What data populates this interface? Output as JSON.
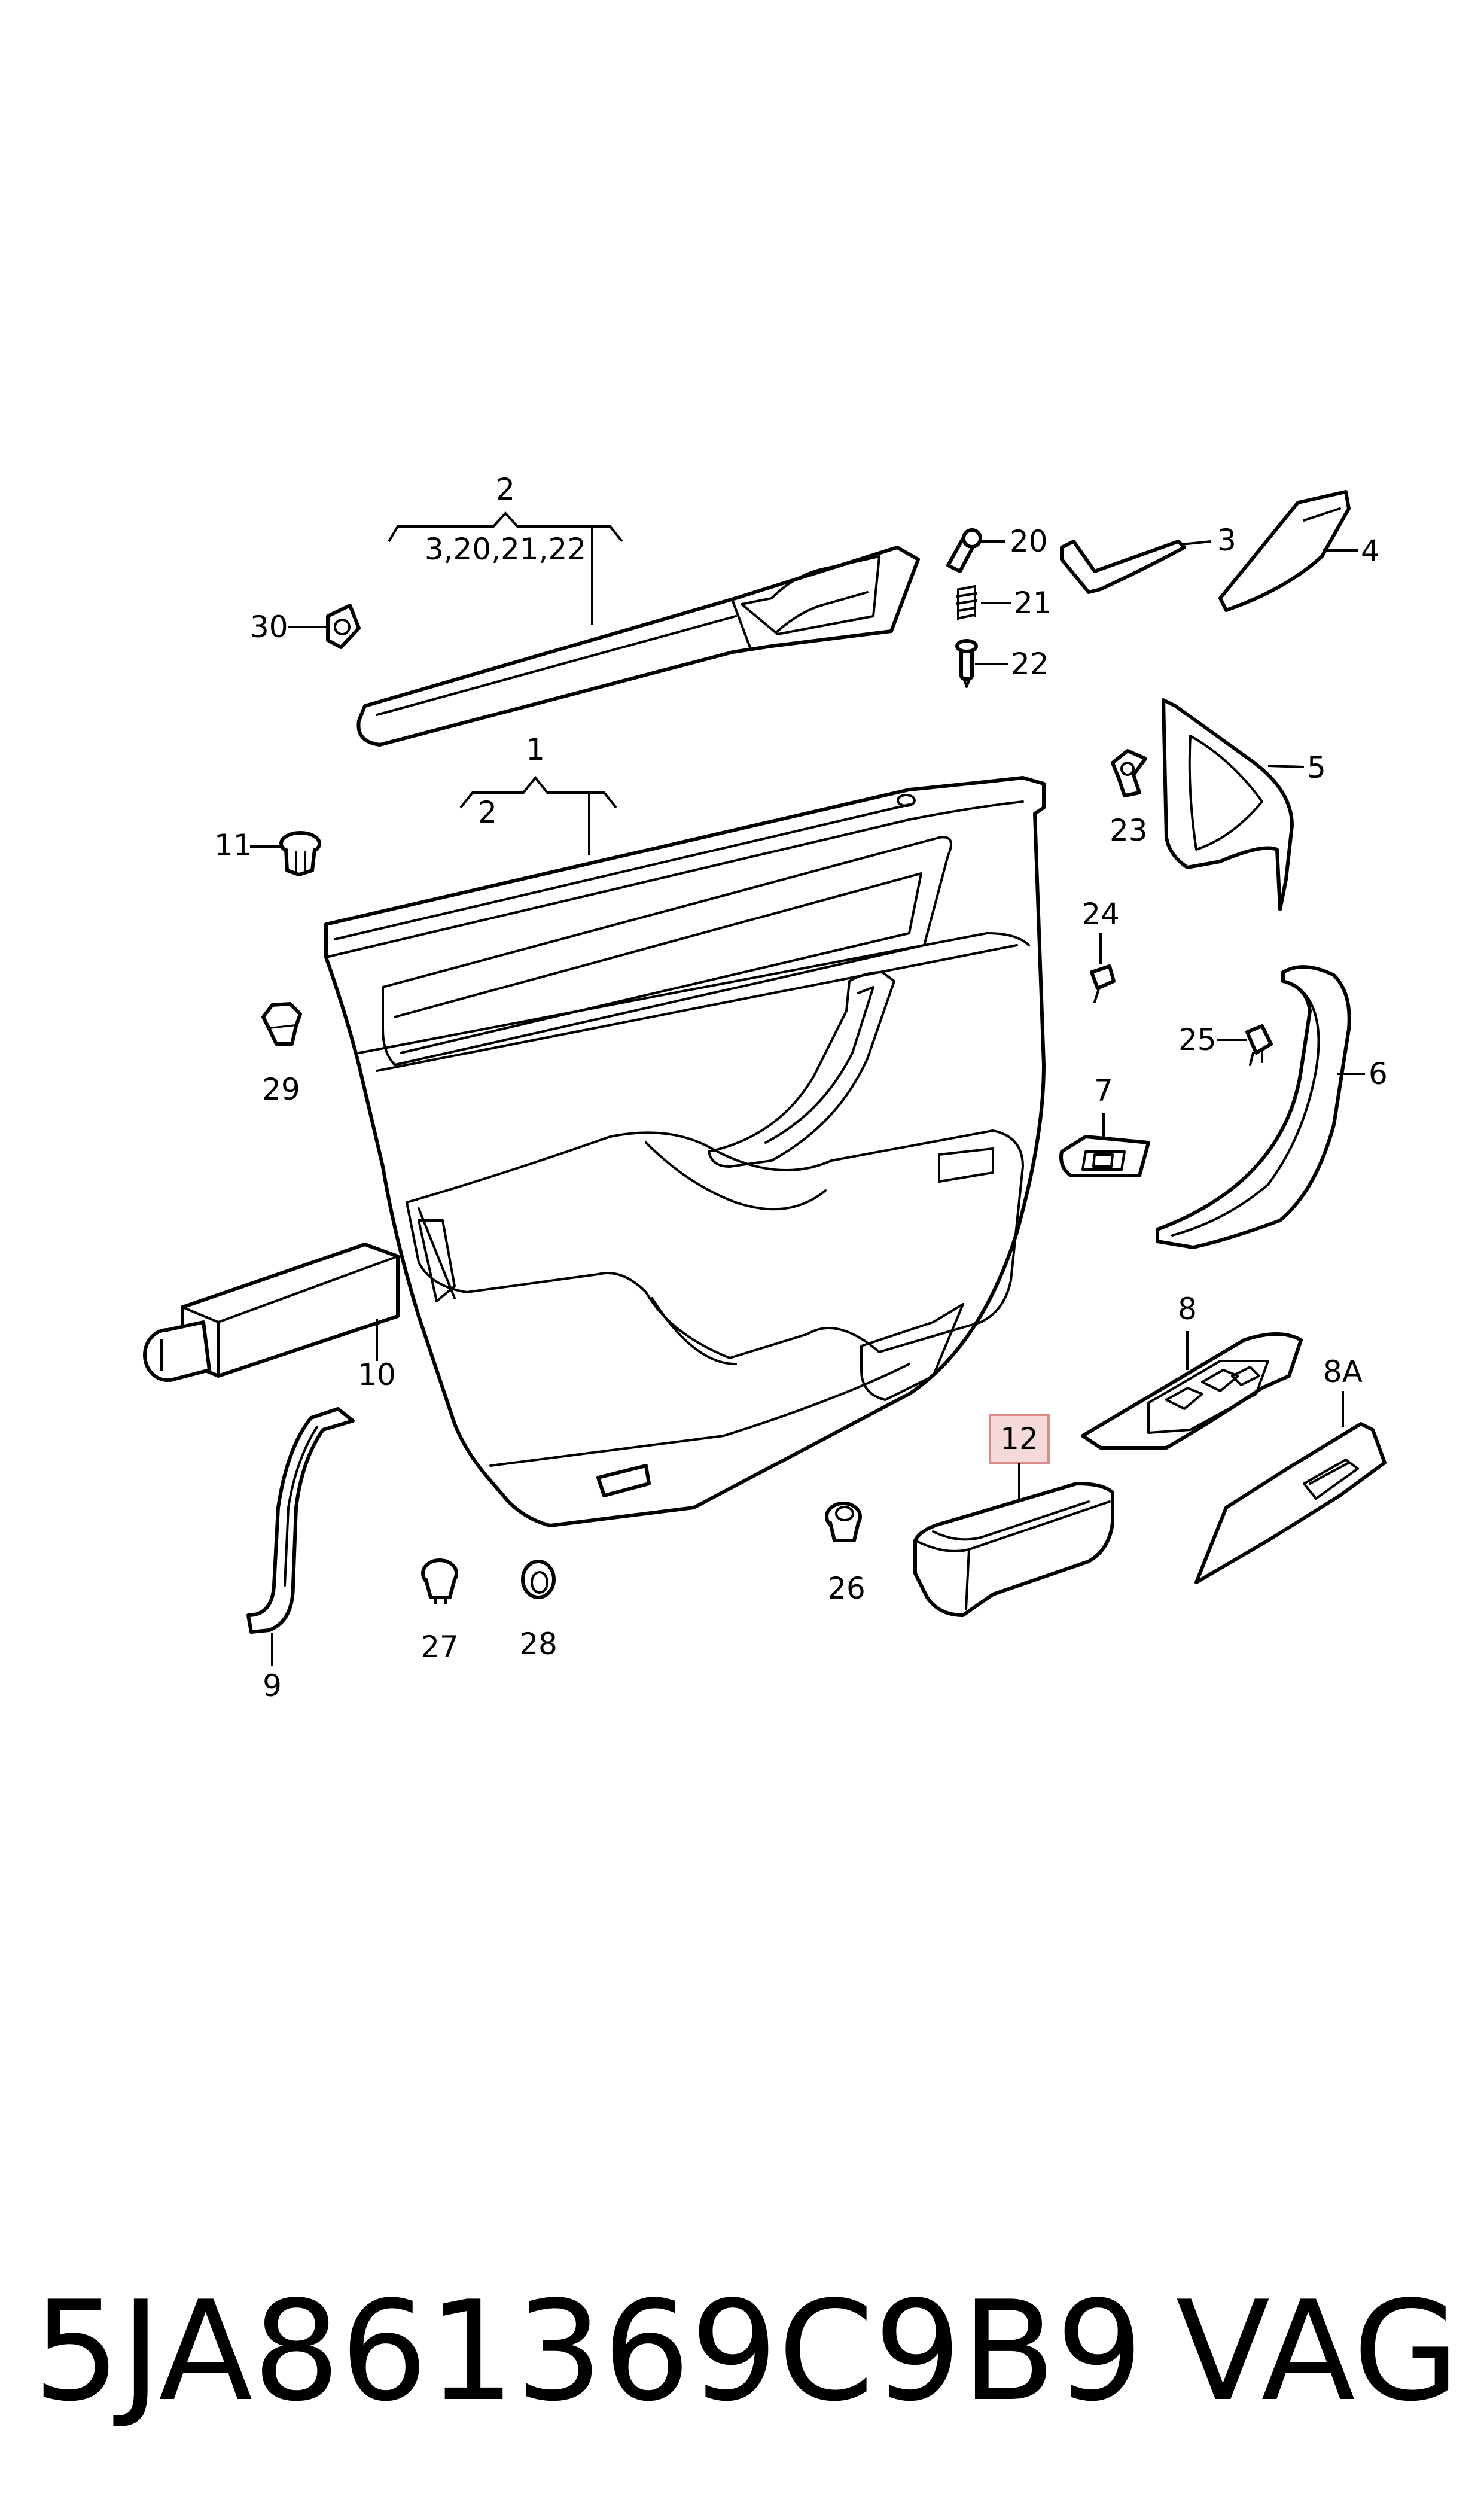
{
  "callouts": {
    "c2": "2",
    "c2_group": "3,20,21,22",
    "c1": "1",
    "c1_group": "2",
    "c3": "3",
    "c4": "4",
    "c5": "5",
    "c6": "6",
    "c7": "7",
    "c8": "8",
    "c8a": "8A",
    "c9": "9",
    "c10": "10",
    "c11": "11",
    "c12": "12",
    "c20": "20",
    "c21": "21",
    "c22": "22",
    "c23": "23",
    "c24": "24",
    "c25": "25",
    "c26": "26",
    "c27": "27",
    "c28": "28",
    "c29": "29",
    "c30": "30"
  },
  "highlighted_callout": "12",
  "highlight_color": "#f6dada",
  "part_number": "5JA861369C9B9",
  "brand": "VAG"
}
